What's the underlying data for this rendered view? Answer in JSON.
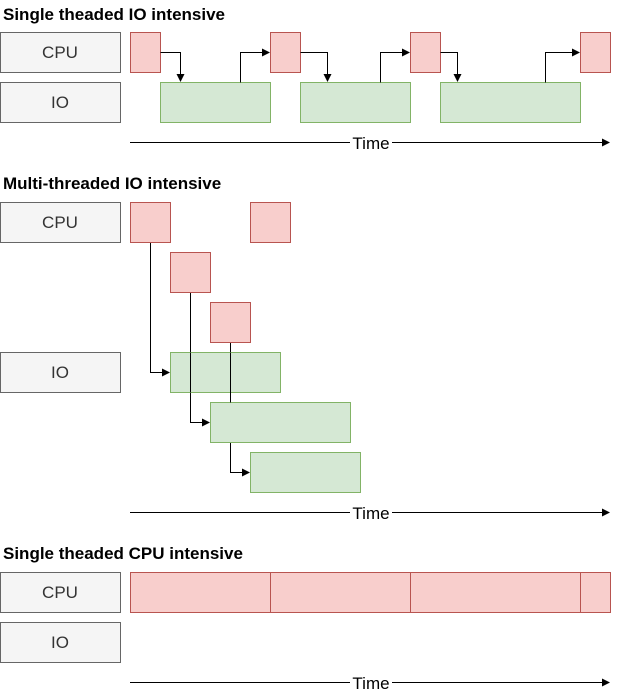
{
  "sections": [
    {
      "title": "Single theaded IO intensive",
      "cpu_label": "CPU",
      "io_label": "IO",
      "time_label": "Time"
    },
    {
      "title": "Multi-threaded IO intensive",
      "cpu_label": "CPU",
      "io_label": "IO",
      "time_label": "Time"
    },
    {
      "title": "Single theaded CPU intensive",
      "cpu_label": "CPU",
      "io_label": "IO",
      "time_label": "Time"
    }
  ],
  "colors": {
    "cpu_fill": "#f8cecc",
    "cpu_stroke": "#b85450",
    "io_fill": "#d5e8d4",
    "io_stroke": "#82b366",
    "lane_fill": "#f5f5f5",
    "lane_stroke": "#666666"
  }
}
